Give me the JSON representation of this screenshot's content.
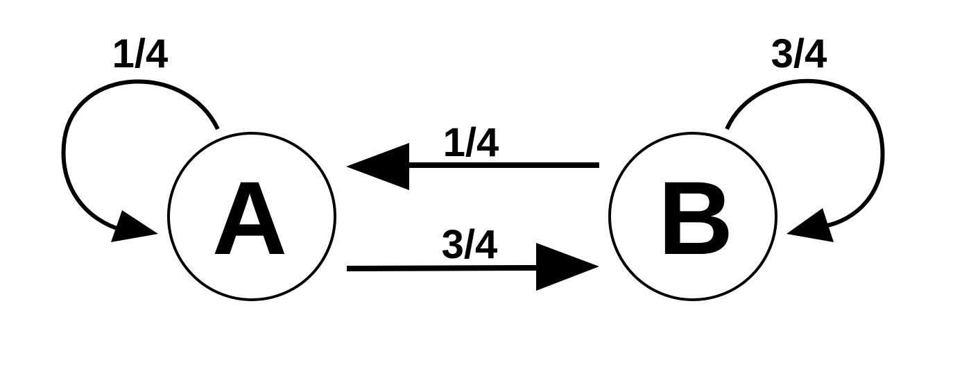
{
  "nodes": {
    "a": {
      "label": "A"
    },
    "b": {
      "label": "B"
    }
  },
  "edges": {
    "a_to_a": {
      "from": "A",
      "to": "A",
      "label": "1/4"
    },
    "b_to_a": {
      "from": "B",
      "to": "A",
      "label": "1/4"
    },
    "a_to_b": {
      "from": "A",
      "to": "B",
      "label": "3/4"
    },
    "b_to_b": {
      "from": "B",
      "to": "B",
      "label": "3/4"
    }
  },
  "colors": {
    "stroke": "#000000",
    "background": "#ffffff"
  }
}
